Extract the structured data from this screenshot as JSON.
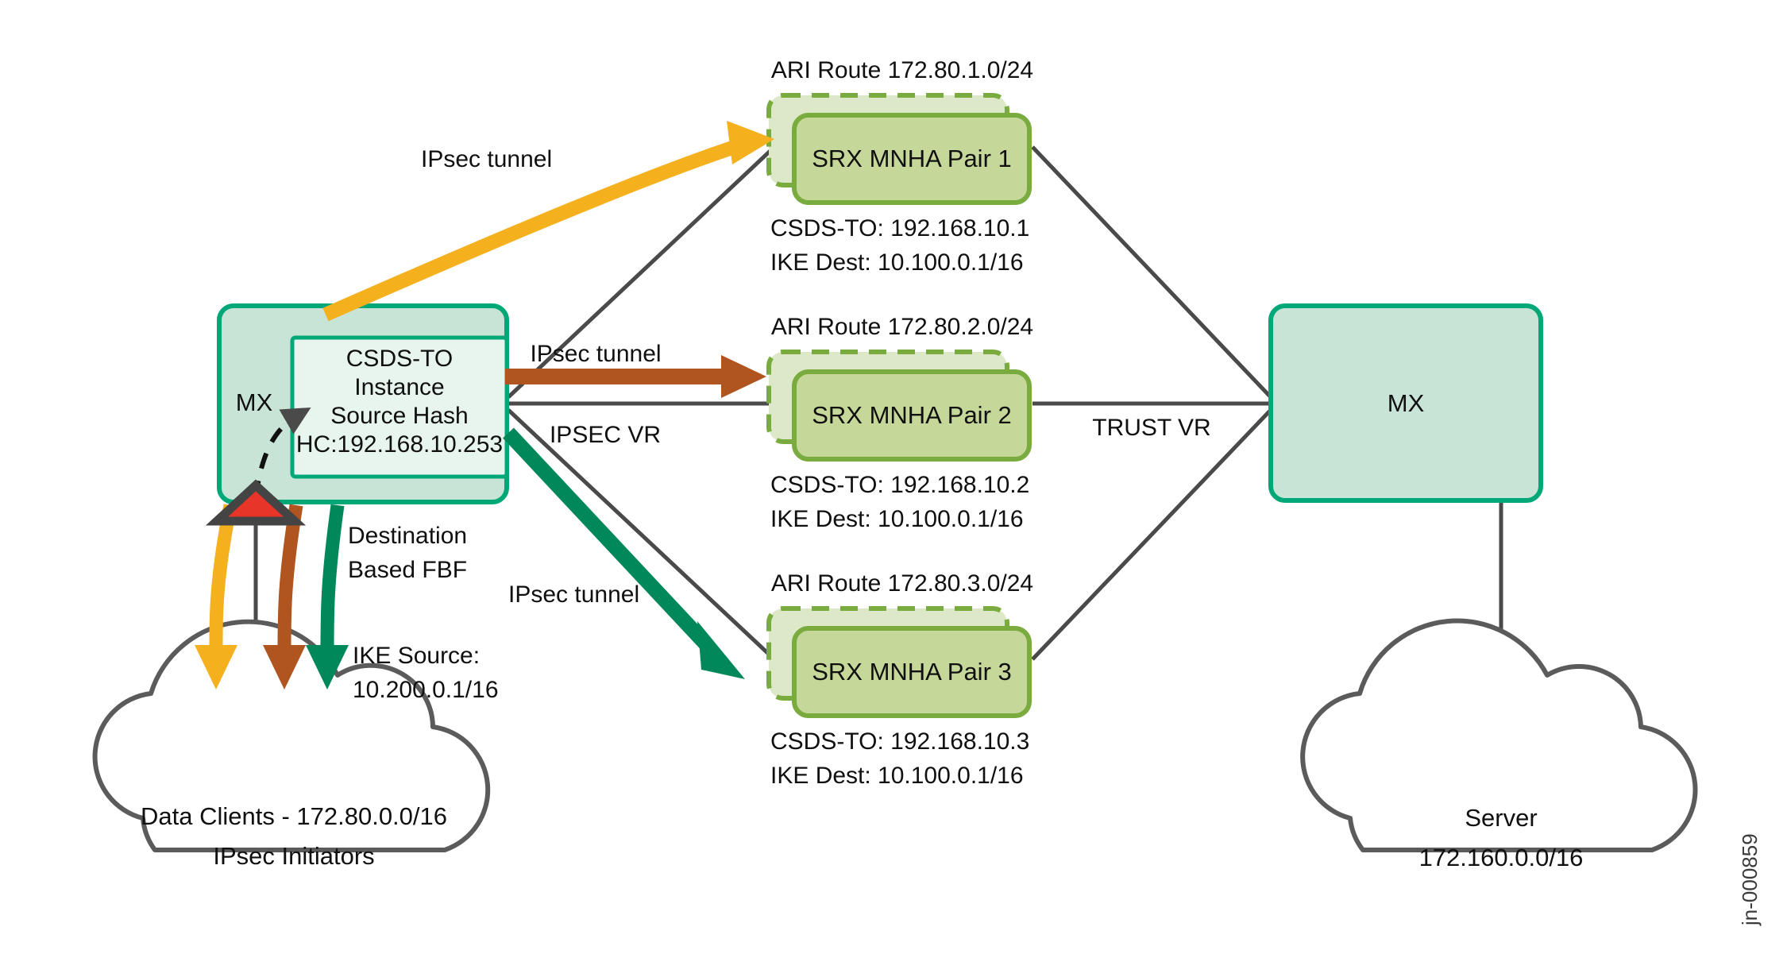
{
  "diagram": {
    "title": "IPsec distribution across SRX MNHA pairs via MX CSDS-TO instance",
    "watermark": "jn-000859",
    "colors": {
      "mx_fill": "#c8e4d7",
      "mx_stroke": "#00a878",
      "mx_inner_fill": "#e8f5ee",
      "srx_fill": "#c5d89a",
      "srx_stroke": "#7aab3e",
      "srx_ghost_fill": "#dde8c8",
      "link_gray": "#4a4a4a",
      "cloud_stroke": "#5b5b5b",
      "tunnel_yellow": "#f5b01e",
      "tunnel_brown": "#b05420",
      "tunnel_teal": "#00875a",
      "marker_red": "#e8352a",
      "marker_outline": "#444444",
      "text": "#101010"
    },
    "left_mx": {
      "label": "MX",
      "inner_box": {
        "line1": "CSDS-TO",
        "line2": "Instance",
        "line3": "Source Hash",
        "line4": "HC:192.168.10.253"
      }
    },
    "right_mx": {
      "label": "MX"
    },
    "srx_pairs": [
      {
        "id": "pair-1",
        "ari_route": "ARI Route 172.80.1.0/24",
        "label": "SRX MNHA Pair 1",
        "csds_to": "CSDS-TO: 192.168.10.1",
        "ike_dest": "IKE Dest: 10.100.0.1/16"
      },
      {
        "id": "pair-2",
        "ari_route": "ARI Route 172.80.2.0/24",
        "label": "SRX MNHA Pair 2",
        "csds_to": "CSDS-TO: 192.168.10.2",
        "ike_dest": "IKE Dest: 10.100.0.1/16"
      },
      {
        "id": "pair-3",
        "ari_route": "ARI Route 172.80.3.0/24",
        "label": "SRX MNHA Pair 3",
        "csds_to": "CSDS-TO: 192.168.10.3",
        "ike_dest": "IKE Dest: 10.100.0.1/16"
      }
    ],
    "tunnel_labels": {
      "top": "IPsec tunnel",
      "middle": "IPsec tunnel",
      "bottom": "IPsec tunnel"
    },
    "vr_labels": {
      "ipsec_vr": "IPSEC VR",
      "trust_vr": "TRUST VR"
    },
    "annotations": {
      "fbf_line1": "Destination",
      "fbf_line2": "Based FBF",
      "ike_source_line1": "IKE Source:",
      "ike_source_line2": "10.200.0.1/16"
    },
    "clouds": {
      "clients": {
        "line1": "Data Clients - 172.80.0.0/16",
        "line2": "IPsec Initiators"
      },
      "server": {
        "line1": "Server",
        "line2": "172.160.0.0/16"
      }
    }
  }
}
